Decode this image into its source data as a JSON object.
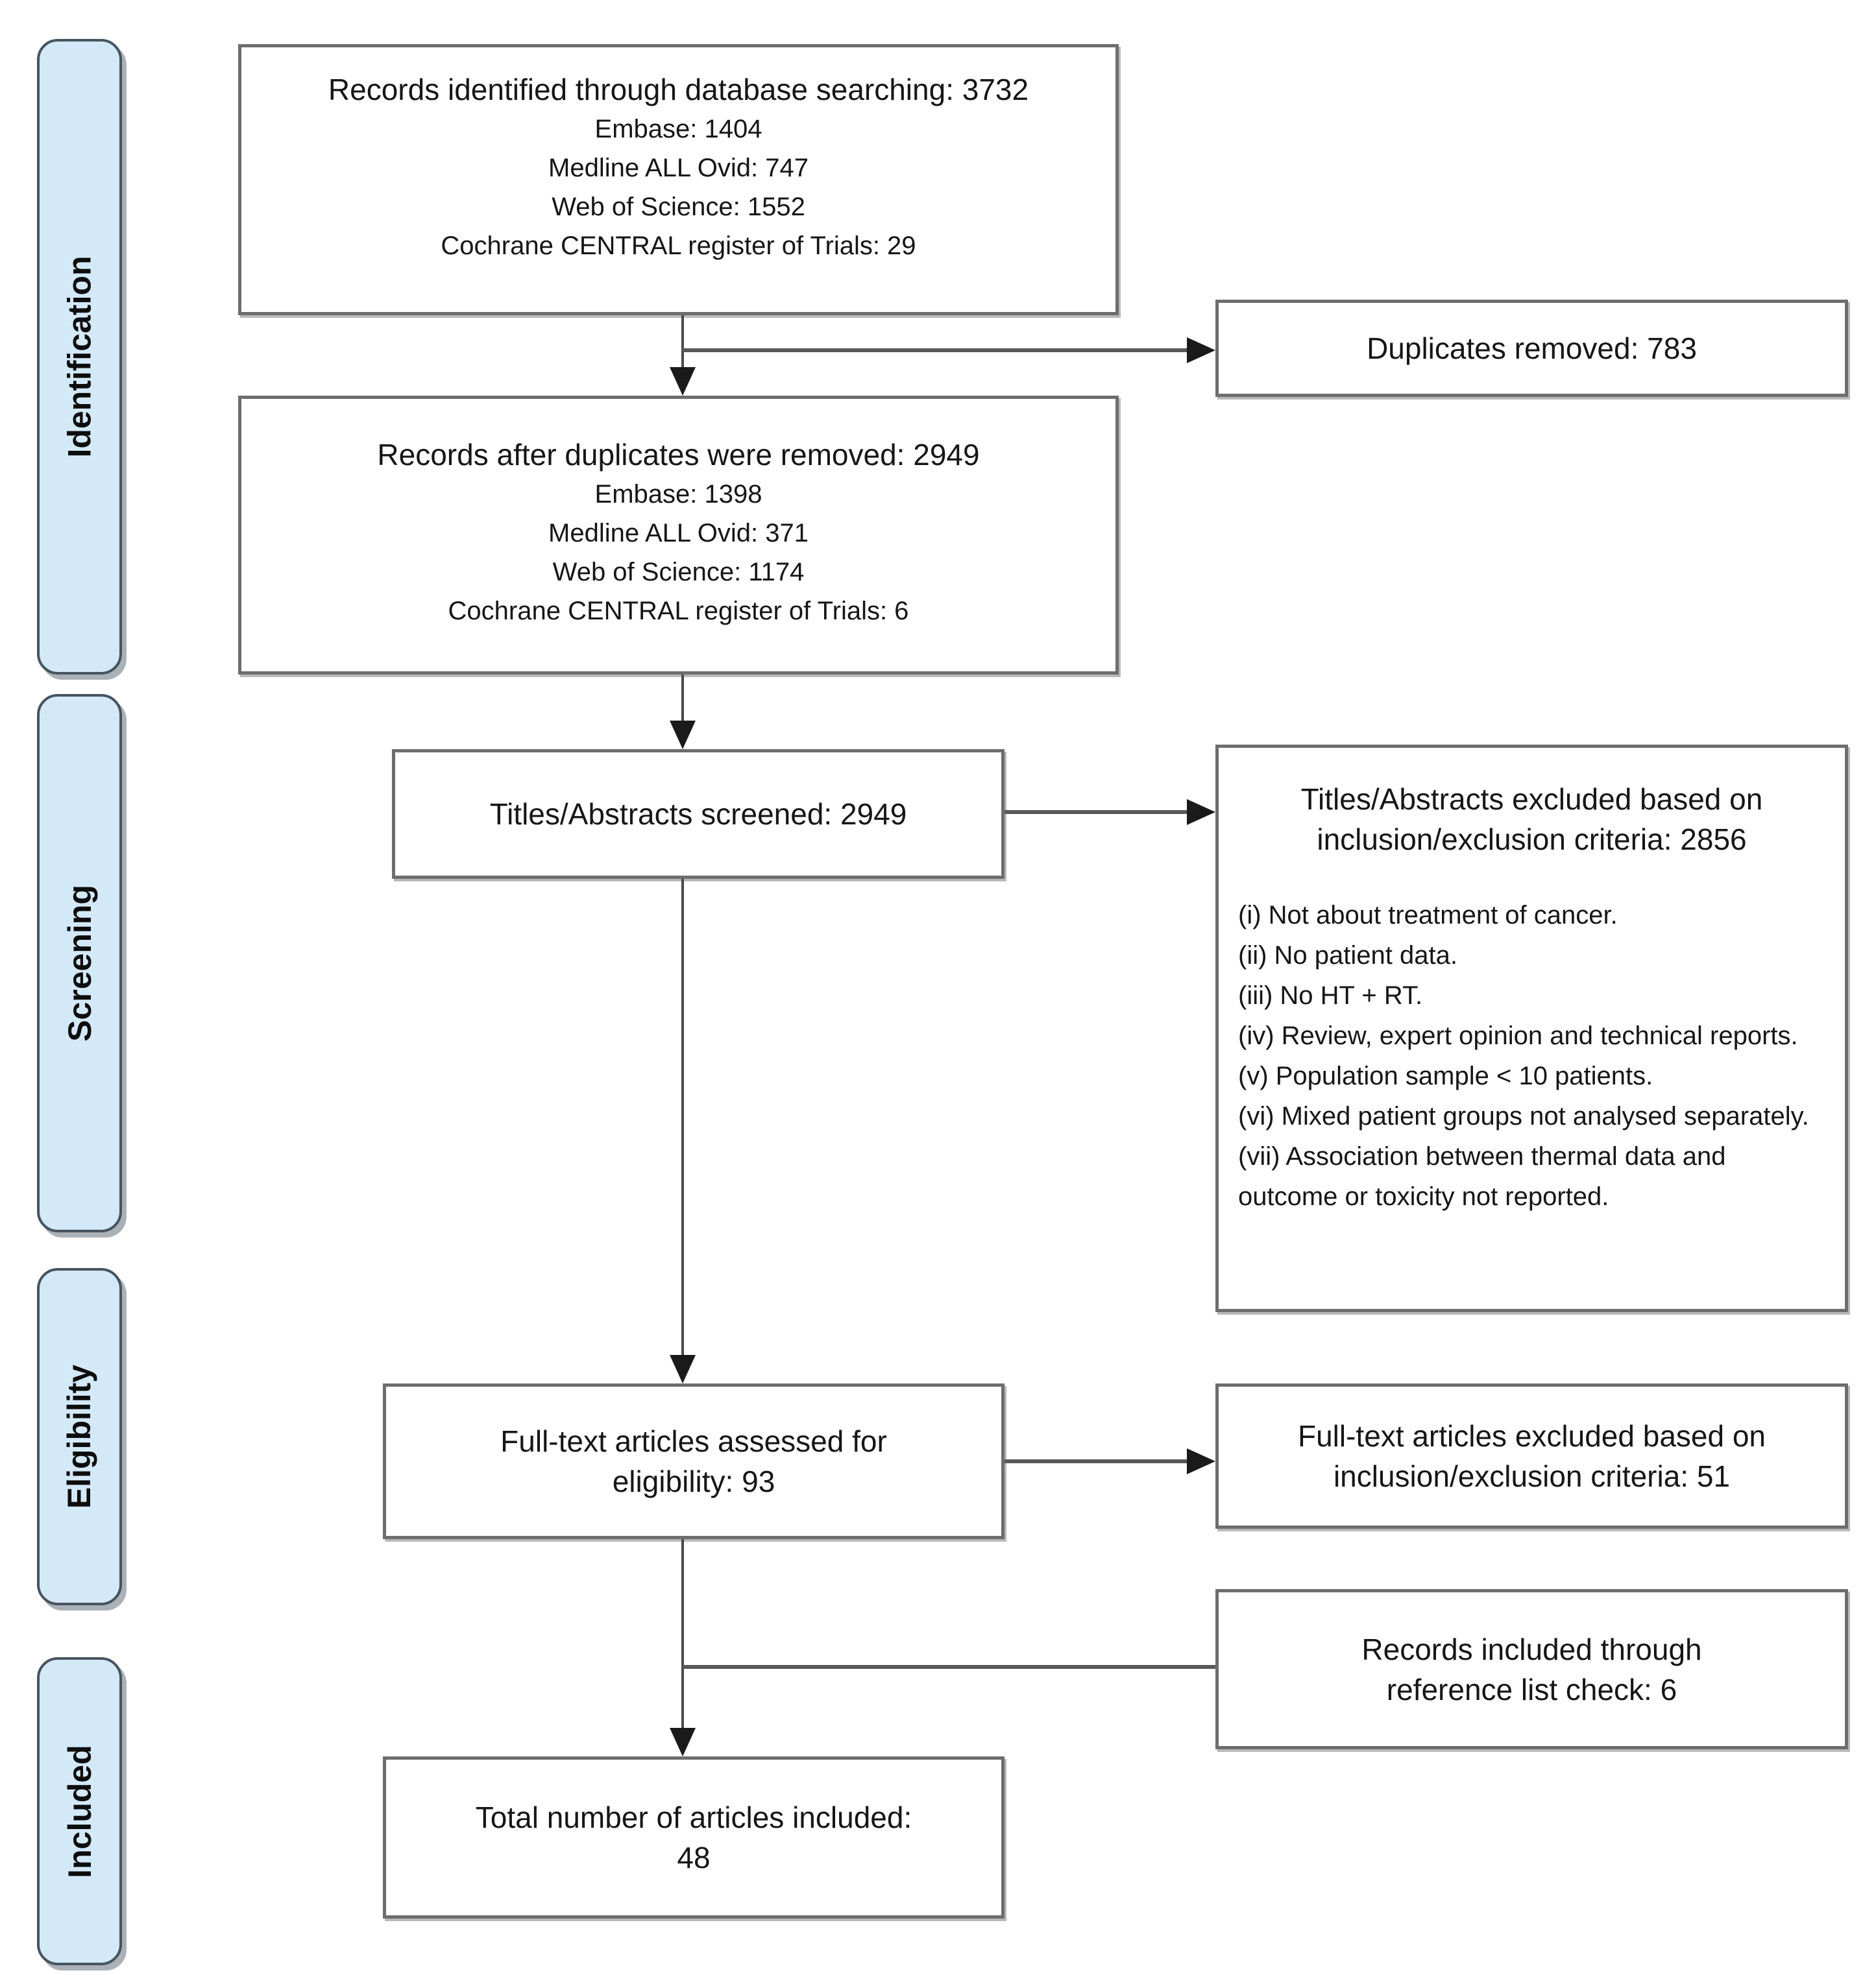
{
  "diagram": {
    "stages": [
      {
        "label": "Identification"
      },
      {
        "label": "Screening"
      },
      {
        "label": "Eligibility"
      },
      {
        "label": "Included"
      }
    ],
    "nodes": {
      "identified": {
        "title": "Records identified through database searching: 3732",
        "sources": [
          "Embase: 1404",
          "Medline ALL Ovid: 747",
          "Web of Science: 1552",
          "Cochrane CENTRAL register of Trials: 29"
        ]
      },
      "duplicates_removed": {
        "title": "Duplicates removed: 783"
      },
      "after_duplicates": {
        "title": "Records after duplicates were removed: 2949",
        "sources": [
          "Embase: 1398",
          "Medline ALL Ovid: 371",
          "Web of Science: 1174",
          "Cochrane CENTRAL register of Trials: 6"
        ]
      },
      "screened": {
        "title": "Titles/Abstracts screened: 2949"
      },
      "ta_excluded": {
        "title": "Titles/Abstracts excluded based on inclusion/exclusion criteria: 2856",
        "lines": [
          "Titles/Abstracts excluded based on",
          "inclusion/exclusion criteria: 2856"
        ],
        "reasons": [
          "(i) Not about treatment of cancer.",
          "(ii) No patient data.",
          "(iii) No HT + RT.",
          "(iv) Review, expert opinion and technical reports.",
          "(v) Population sample < 10 patients.",
          "(vi) Mixed patient groups not analysed separately.",
          "(vii) Association between thermal data and outcome or toxicity not reported."
        ]
      },
      "fulltext_assessed": {
        "title": "Full-text articles assessed for eligibility: 93",
        "lines": [
          "Full-text articles assessed for",
          "eligibility: 93"
        ]
      },
      "fulltext_excluded": {
        "title": "Full-text articles excluded based on inclusion/exclusion criteria: 51",
        "lines": [
          "Full-text articles excluded based on",
          "inclusion/exclusion criteria: 51"
        ]
      },
      "reference_included": {
        "title": "Records included through reference list check: 6",
        "lines": [
          "Records included through",
          "reference list check: 6"
        ]
      },
      "total_included": {
        "title": "Total number of articles included: 48",
        "lines": [
          "Total number of articles included:",
          "48"
        ]
      }
    },
    "counts": {
      "identified": 3732,
      "duplicates_removed": 783,
      "after_duplicates": 2949,
      "screened": 2949,
      "titles_abstracts_excluded": 2856,
      "fulltext_assessed": 93,
      "fulltext_excluded": 51,
      "included_via_reference_check": 6,
      "total_included": 48
    },
    "colors": {
      "stage_fill": "#d4e9f8",
      "stage_border": "#47545f",
      "box_border": "#6d6d6d",
      "connector": "#4a4a4a",
      "text": "#161616"
    }
  }
}
